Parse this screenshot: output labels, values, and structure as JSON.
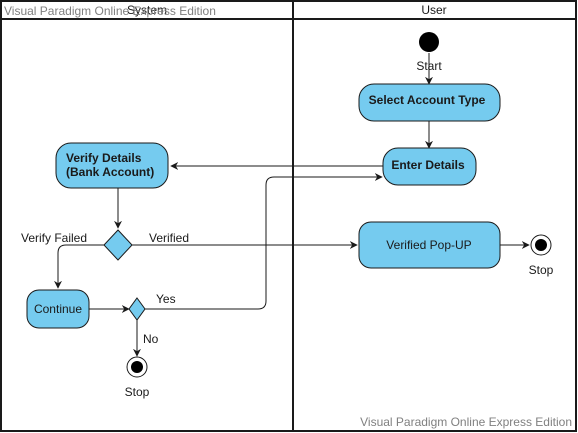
{
  "watermark_top": "Visual Paradigm Online Express Edition",
  "watermark_bottom": "Visual Paradigm Online Express Edition",
  "lanes": {
    "system": "System",
    "user": "User"
  },
  "nodes": {
    "start_label": "Start",
    "select_account_type": "Select Account Type",
    "enter_details": "Enter Details",
    "verify_details_line1": "Verify Details",
    "verify_details_line2": "(Bank Account)",
    "verified_popup": "Verified Pop-UP",
    "continue": "Continue",
    "stop_user": "Stop",
    "stop_system": "Stop"
  },
  "edges": {
    "verify_failed": "Verify Failed",
    "verified": "Verified",
    "yes": "Yes",
    "no": "No"
  },
  "colors": {
    "node_fill": "#75cbef",
    "stroke": "#1a1a1a",
    "watermark": "#808080"
  }
}
